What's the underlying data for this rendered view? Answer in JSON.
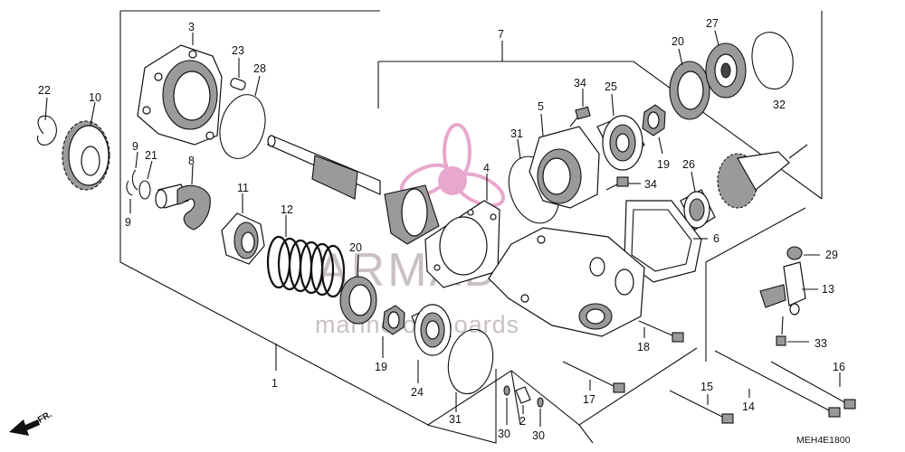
{
  "labels": {
    "p1": "1",
    "p2": "2",
    "p3": "3",
    "p4": "4",
    "p5": "5",
    "p6": "6",
    "p7": "7",
    "p8": "8",
    "p9a": "9",
    "p9b": "9",
    "p10": "10",
    "p11": "11",
    "p12": "12",
    "p13": "13",
    "p14": "14",
    "p15": "15",
    "p16": "16",
    "p17": "17",
    "p18": "18",
    "p19a": "19",
    "p19b": "19",
    "p20a": "20",
    "p20b": "20",
    "p21": "21",
    "p22": "22",
    "p23": "23",
    "p24": "24",
    "p25": "25",
    "p26": "26",
    "p27": "27",
    "p28": "28",
    "p29": "29",
    "p30a": "30",
    "p30b": "30",
    "p31a": "31",
    "p31b": "31",
    "p32": "32",
    "p33": "33",
    "p34a": "34",
    "p34b": "34"
  },
  "watermark": {
    "brand": "ARMADA",
    "tagline": "marine outboards"
  },
  "direction_label": "FR.",
  "diagram_code": "MEH4E1800",
  "colors": {
    "lines": "#111111",
    "watermark": "#c9c0c6",
    "logo": "#e59ac6",
    "background": "#ffffff"
  }
}
